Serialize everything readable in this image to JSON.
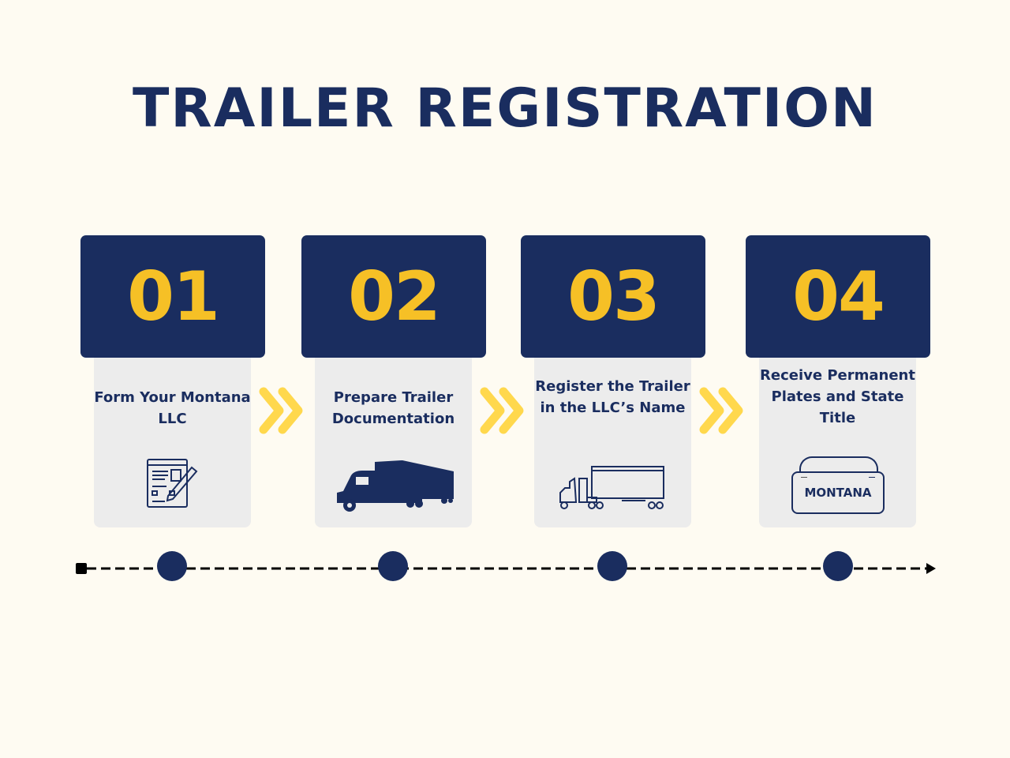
{
  "title": "TRAILER REGISTRATION",
  "colors": {
    "navy": "#1a2d5f",
    "gold": "#f6c026",
    "chevron": "#ffd84d",
    "panel": "#ececec",
    "background": "#fefbf2"
  },
  "steps": [
    {
      "number": "01",
      "label": "Form Your Montana LLC",
      "icon": "document-edit-icon"
    },
    {
      "number": "02",
      "label": "Prepare Trailer Documentation",
      "icon": "truck-solid-icon"
    },
    {
      "number": "03",
      "label": "Register the Trailer in the LLC’s Name",
      "icon": "semi-truck-outline-icon"
    },
    {
      "number": "04",
      "label": "Receive Permanent Plates and State Title",
      "icon": "license-plate-icon",
      "plate_text": "MONTANA"
    }
  ],
  "connector_icon": "double-chevron-right-icon",
  "timeline_icon": "dashed-arrow-timeline"
}
